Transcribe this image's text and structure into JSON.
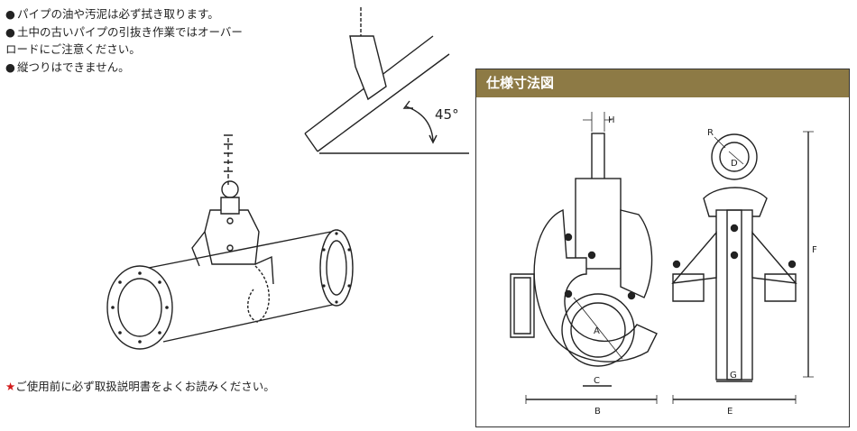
{
  "notes": {
    "bullet": "●",
    "items": [
      {
        "text": "パイプの油や汚泥は必ず拭き取ります。"
      },
      {
        "text": "土中の古いパイプの引抜き作業ではオーバー",
        "continuation": "ロードにご注意ください。"
      },
      {
        "text": "縦つりはできません。"
      }
    ]
  },
  "caution": {
    "star": "★",
    "text": "ご使用前に必ず取扱説明書をよくお読みください。"
  },
  "angle_figure": {
    "angle_label": "45°"
  },
  "spec": {
    "title": "仕様寸法図",
    "labels": {
      "A": "A",
      "B": "B",
      "C": "C",
      "D": "D",
      "E": "E",
      "F": "F",
      "G": "G",
      "H": "H",
      "R": "R"
    }
  },
  "colors": {
    "header_bg": "#8d7a45",
    "caution_star": "#d21a1a"
  }
}
